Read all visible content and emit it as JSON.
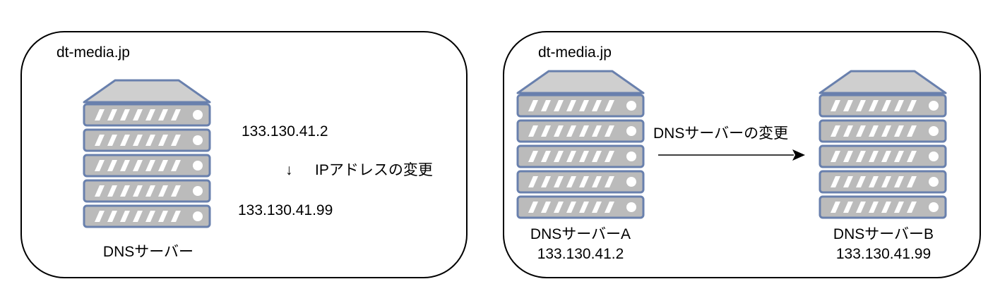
{
  "left_panel": {
    "domain": "dt-media.jp",
    "ip_before": "133.130.41.2",
    "change_arrow": "↓",
    "change_label": "IPアドレスの変更",
    "ip_after": "133.130.41.99",
    "server_label": "DNSサーバー"
  },
  "right_panel": {
    "domain": "dt-media.jp",
    "server_a_label": "DNSサーバーA",
    "server_a_ip": "133.130.41.2",
    "server_b_label": "DNSサーバーB",
    "server_b_ip": "133.130.41.99",
    "change_label": "DNSサーバーの変更"
  },
  "colors": {
    "server_fill": "#bbbbbb",
    "server_top": "#cfcfcf",
    "server_stroke": "#6980ad",
    "stripe": "#ffffff",
    "border": "#000000"
  },
  "icons": [
    "server-icon",
    "arrow-right-icon"
  ]
}
